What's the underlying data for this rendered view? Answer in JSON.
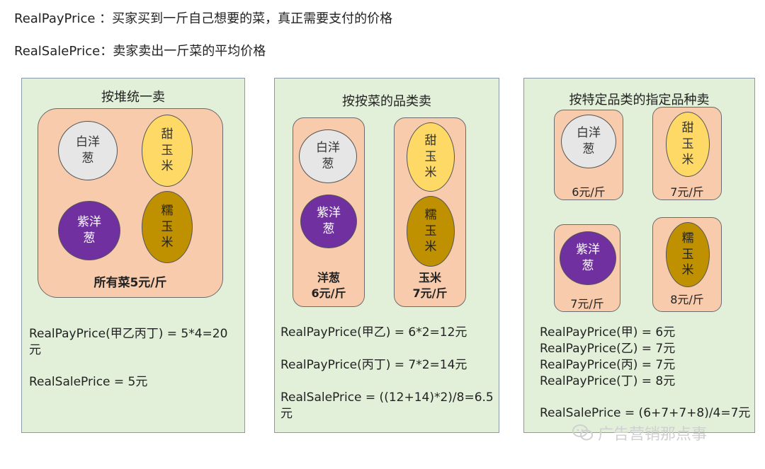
{
  "definitions": {
    "pay": "RealPayPrice ：买家买到一斤自己想要的菜，真正需要支付的价格",
    "sale": "RealSalePrice：卖家卖出一斤菜的平均价格"
  },
  "panels": [
    {
      "title": "按堆统一卖",
      "veg": {
        "white": [
          "白洋",
          "葱"
        ],
        "sweet": [
          "甜",
          "玉",
          "米"
        ],
        "purple": [
          "紫洋",
          "葱"
        ],
        "glut": [
          "糯",
          "玉",
          "米"
        ]
      },
      "price": "所有菜5元/斤",
      "formulas": [
        "RealPayPrice(甲乙丙丁) = 5*4=20\n元",
        "RealSalePrice = 5元"
      ]
    },
    {
      "title": "按按菜的品类卖",
      "veg": {
        "white": [
          "白洋",
          "葱"
        ],
        "sweet": [
          "甜",
          "玉",
          "米"
        ],
        "purple": [
          "紫洋",
          "葱"
        ],
        "glut": [
          "糯",
          "玉",
          "米"
        ]
      },
      "prices": [
        [
          "洋葱",
          "6元/斤"
        ],
        [
          "玉米",
          "7元/斤"
        ]
      ],
      "formulas": [
        "RealPayPrice(甲乙) = 6*2=12元",
        "RealPayPrice(丙丁) = 7*2=14元",
        "RealSalePrice = ((12+14)*2)/8=6.5\n元"
      ]
    },
    {
      "title": "按特定品类的指定品种卖",
      "veg": {
        "white": [
          "白洋",
          "葱"
        ],
        "sweet": [
          "甜",
          "玉",
          "米"
        ],
        "purple": [
          "紫洋",
          "葱"
        ],
        "glut": [
          "糯",
          "玉",
          "米"
        ]
      },
      "prices": [
        "6元/斤",
        "7元/斤",
        "7元/斤",
        "8元/斤"
      ],
      "formulas": [
        "RealPayPrice(甲) = 6元\nRealPayPrice(乙) = 7元\nRealPayPrice(丙) = 7元\nRealPayPrice(丁) = 8元",
        "RealSalePrice = (6+7+7+8)/4=7元"
      ]
    }
  ],
  "watermark": "广告营销那点事",
  "colors": {
    "panel_bg": "#e2f0d9",
    "box_bg": "#f8cbad",
    "white_onion": "#e6e6e6",
    "sweet_corn": "#ffd966",
    "purple_onion": "#7030a0",
    "glutinous_corn": "#bf9000"
  }
}
